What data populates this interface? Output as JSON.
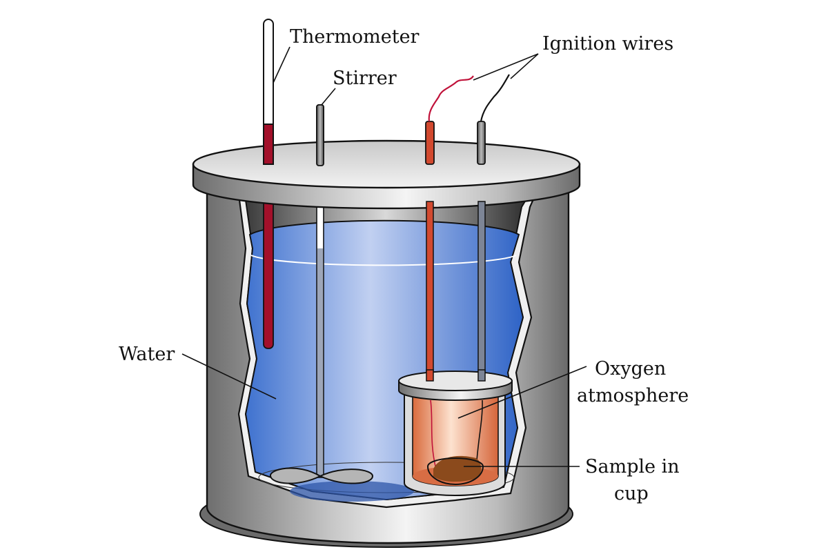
{
  "title": "Bomb calorimeter",
  "labels": {
    "thermometer": "Thermometer",
    "stirrer": "Stirrer",
    "ignition_wires": "Ignition wires",
    "water": "Water",
    "oxygen_line1": "Oxygen",
    "oxygen_line2": "atmosphere",
    "sample_line1": "Sample in",
    "sample_line2": "cup"
  },
  "colors": {
    "water": "#4a7fd6",
    "water_light": "#b9c9ee",
    "steel": "#9a9a9a",
    "steel_light": "#eeeeee",
    "thermometer_fluid": "#a3102a",
    "ignition_wire_red": "#c0392b",
    "copper_bomb": "#e07a4f",
    "copper_light": "#fbd9c3",
    "sample": "#8b4a1c"
  }
}
